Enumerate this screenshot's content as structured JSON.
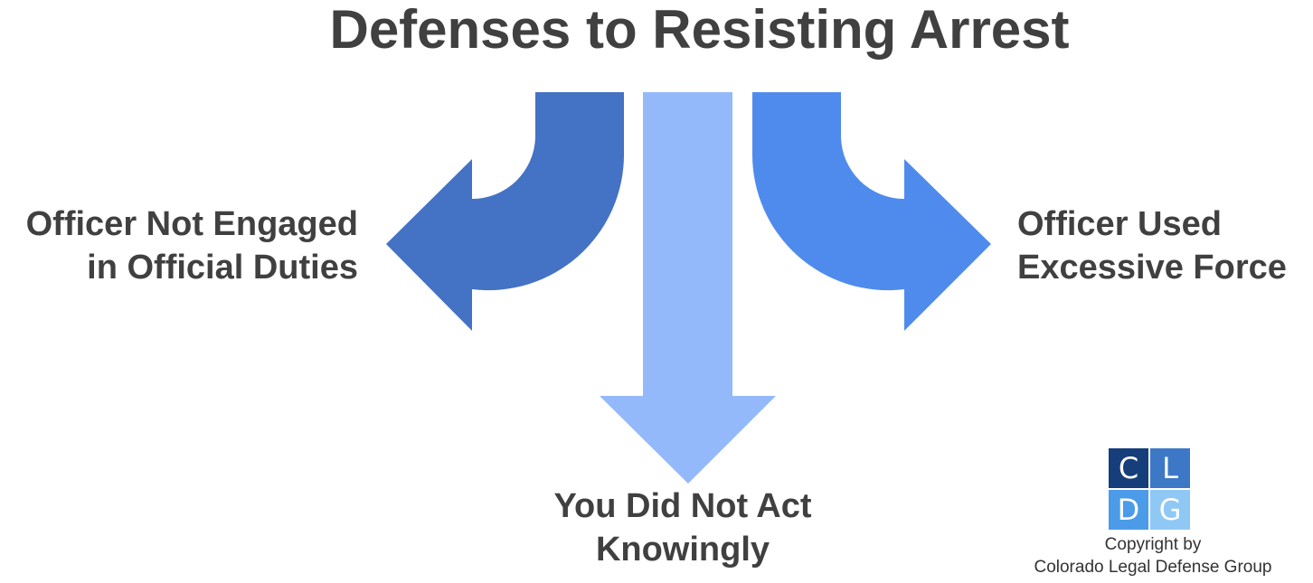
{
  "title": "Defenses to Resisting Arrest",
  "branches": {
    "left": {
      "lines": [
        "Officer Not Engaged",
        "in Official Duties"
      ],
      "color": "#4472c4"
    },
    "center": {
      "lines": [
        "You Did Not Act",
        "Knowingly"
      ],
      "color": "#94b9fb"
    },
    "right": {
      "lines": [
        "Officer Used",
        "Excessive Force"
      ],
      "color": "#4f8bec"
    }
  },
  "logo": {
    "letters": [
      "C",
      "L",
      "D",
      "G"
    ],
    "colors": [
      "#163e7a",
      "#3d78c6",
      "#4c9be9",
      "#8fc8f5"
    ]
  },
  "copyright": [
    "Copyright by",
    "Colorado Legal Defense Group"
  ]
}
